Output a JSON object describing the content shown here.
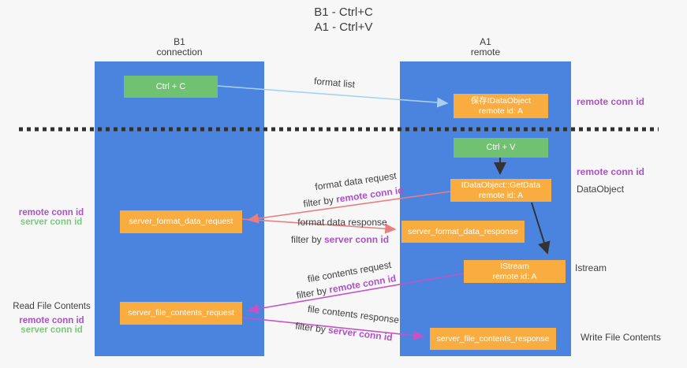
{
  "colors": {
    "column_blue": "#4a84de",
    "box_green": "#71c173",
    "box_orange": "#f9ad40",
    "arrow_blue": "#a7d1ef",
    "arrow_red": "#e87f7f",
    "arrow_magenta": "#c553c5",
    "arrow_black": "#333333",
    "text_purple": "#ac52c5",
    "text_green": "#7cc87c",
    "dash_color": "#303030"
  },
  "title": {
    "line1": "B1 - Ctrl+C",
    "line2": "A1 - Ctrl+V"
  },
  "lanes": {
    "left": {
      "name": "B1",
      "role": "connection"
    },
    "right": {
      "name": "A1",
      "role": "remote"
    }
  },
  "nodes": {
    "ctrl_c": {
      "label": "Ctrl + C"
    },
    "ctrl_v": {
      "label": "Ctrl + V"
    },
    "save_dataobject": {
      "line1": "保存IDataObject",
      "line2": "remote id: A"
    },
    "getdata": {
      "line1": "IDataObject::GetData",
      "line2": "remote id: A"
    },
    "istream": {
      "line1": "IStream",
      "line2": "remote id: A"
    },
    "server_format_data_request": {
      "label": "server_format_data_request"
    },
    "server_format_data_response": {
      "label": "server_format_data_response"
    },
    "server_file_contents_request": {
      "label": "server_file_contents_request"
    },
    "server_file_contents_response": {
      "label": "server_file_contents_response"
    }
  },
  "flow_labels": {
    "format_list": "format list",
    "format_data_request": "format data request",
    "format_data_response": "format data response",
    "file_contents_request": "file contents request",
    "file_contents_response": "file contents response",
    "filter_by": "filter by",
    "remote_conn_id": "remote conn id",
    "server_conn_id": "server conn id"
  },
  "side_labels": {
    "remote_conn_id": "remote conn id",
    "server_conn_id": "server conn id",
    "dataobject": "DataObject",
    "istream": "Istream",
    "read_file_contents": "Read File Contents",
    "write_file_contents": "Write File Contents"
  }
}
